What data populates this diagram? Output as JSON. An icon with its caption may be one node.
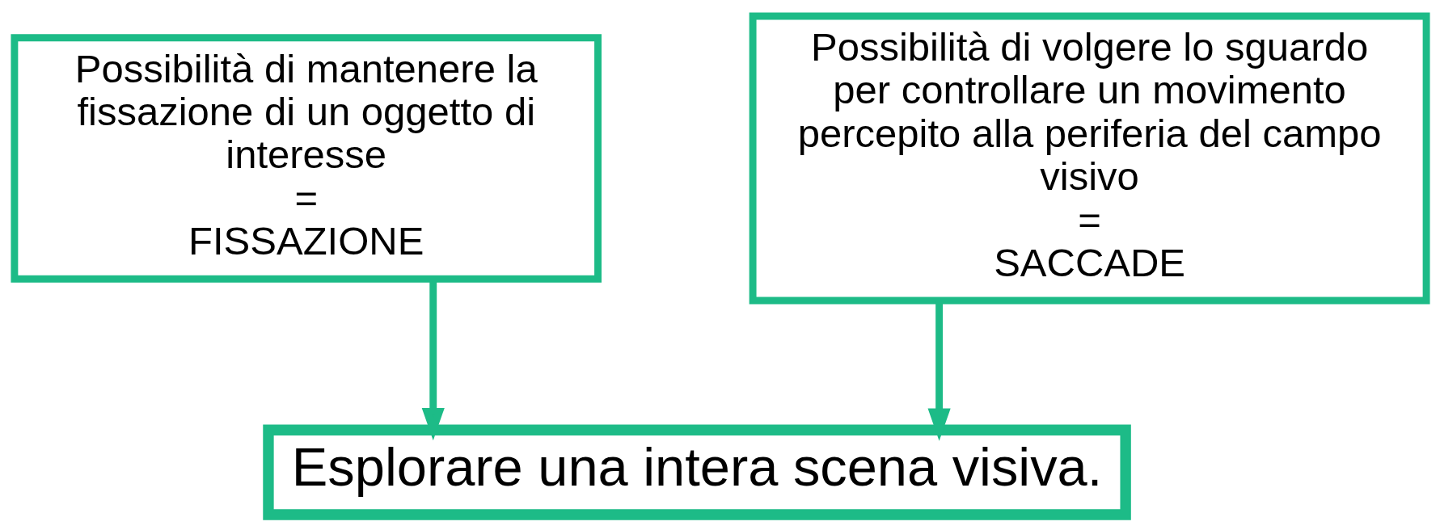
{
  "diagram": {
    "nodes": [
      {
        "text": [
          "Possibilità di mantenere la fissazione di un oggetto di interesse",
          "=",
          "FISSAZIONE"
        ]
      },
      {
        "text": [
          "Possibilità di volgere lo sguardo per controllare un movimento percepito alla periferia del campo visivo",
          "=",
          "SACCADE"
        ]
      },
      {
        "text": [
          "Esplorare una intera scena visiva."
        ]
      }
    ],
    "edges": [
      {
        "from": 0,
        "to": 2,
        "arrow": "to"
      },
      {
        "from": 1,
        "to": 2,
        "arrow": "to"
      }
    ]
  }
}
